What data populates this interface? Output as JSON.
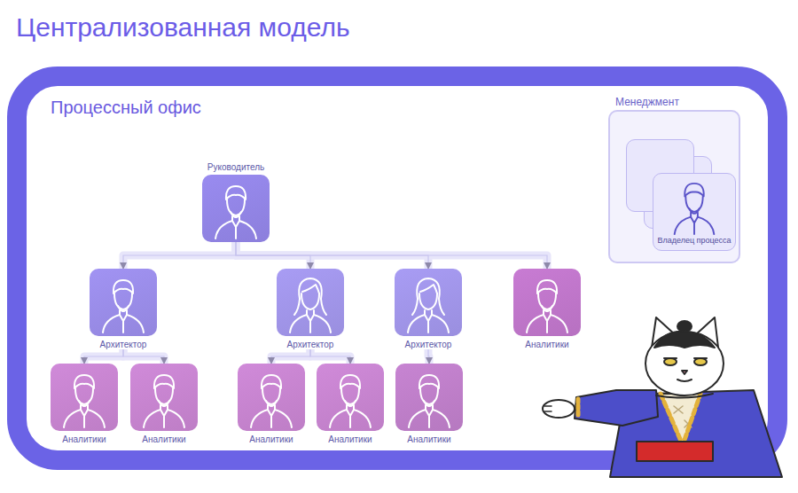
{
  "diagram": {
    "title": "Централизованная модель",
    "nodes": [
      {
        "text": [
          "Процессный офис"
        ]
      },
      {
        "text": [
          "Менеджмент"
        ],
        "in": 0
      },
      {
        "text": [
          "Владелец процесса"
        ],
        "in": 1
      },
      {
        "text": [
          "Руководитель"
        ],
        "in": 0
      },
      {
        "text": [
          "Архитектор"
        ],
        "in": 0
      },
      {
        "text": [
          "Архитектор"
        ],
        "in": 0
      },
      {
        "text": [
          "Архитектор"
        ],
        "in": 0
      },
      {
        "text": [
          "Аналитики"
        ],
        "in": 0
      },
      {
        "text": [
          "Аналитики"
        ],
        "in": 0
      },
      {
        "text": [
          "Аналитики"
        ],
        "in": 0
      },
      {
        "text": [
          "Аналитики"
        ],
        "in": 0
      },
      {
        "text": [
          "Аналитики"
        ],
        "in": 0
      },
      {
        "text": [
          "Аналитики"
        ],
        "in": 0
      }
    ],
    "edges": [
      {
        "from": 3,
        "to": 4,
        "arrow": "to"
      },
      {
        "from": 3,
        "to": 5,
        "arrow": "to"
      },
      {
        "from": 3,
        "to": 6,
        "arrow": "to"
      },
      {
        "from": 3,
        "to": 7,
        "arrow": "to"
      },
      {
        "from": 4,
        "to": 8,
        "arrow": "to"
      },
      {
        "from": 4,
        "to": 9,
        "arrow": "to"
      },
      {
        "from": 5,
        "to": 10,
        "arrow": "to"
      },
      {
        "from": 5,
        "to": 11,
        "arrow": "to"
      },
      {
        "from": 6,
        "to": 12,
        "arrow": "to"
      }
    ]
  }
}
